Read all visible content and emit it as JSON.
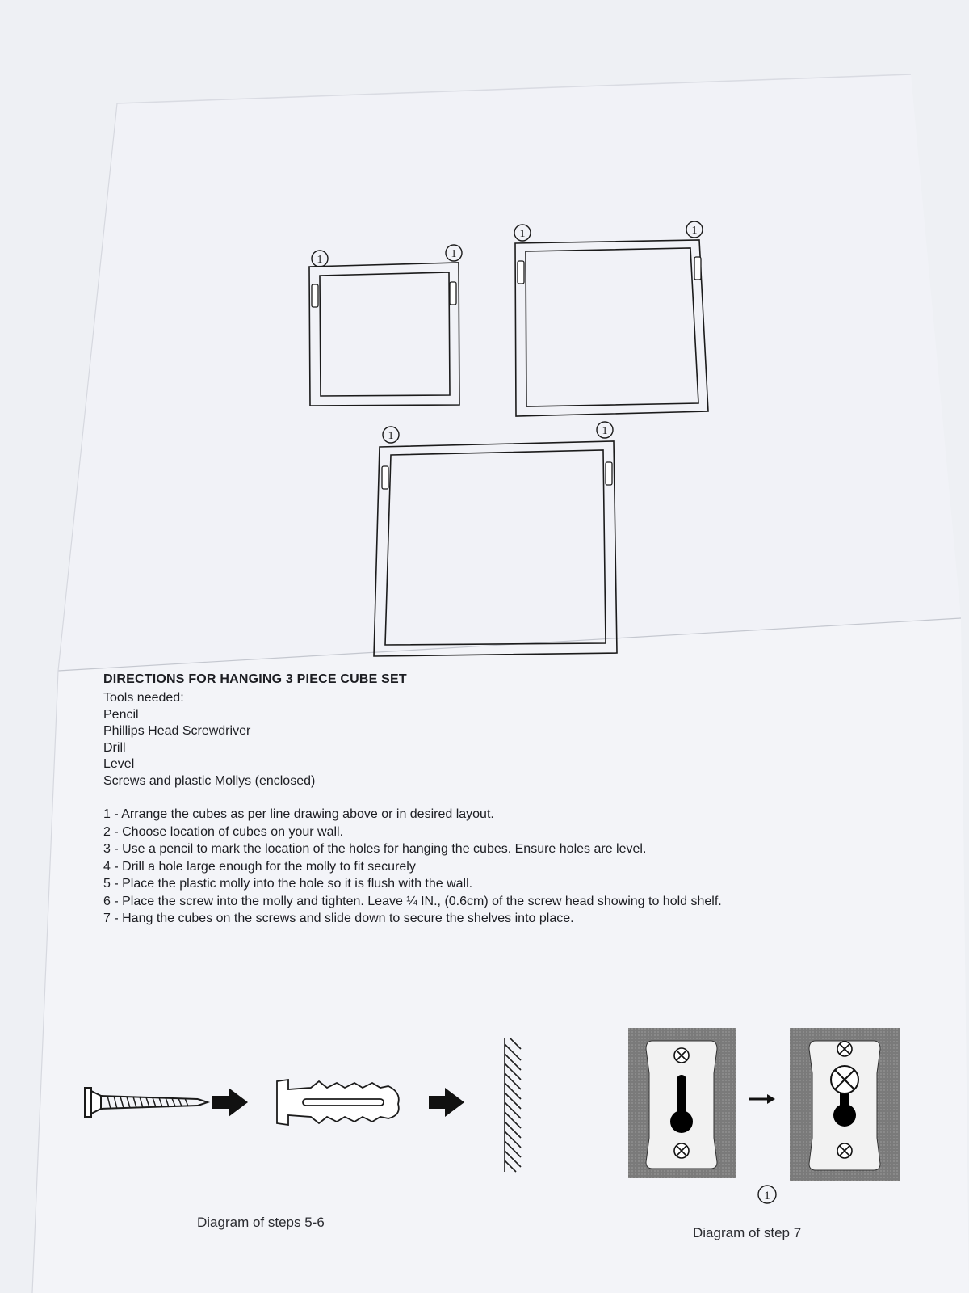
{
  "document": {
    "title": "DIRECTIONS FOR HANGING 3 PIECE CUBE SET",
    "tools_heading": "Tools needed:",
    "tools": [
      "Pencil",
      "Phillips Head Screwdriver",
      "Drill",
      "Level",
      "Screws and plastic Mollys (enclosed)"
    ],
    "steps": [
      "1 - Arrange the cubes as per line drawing above or in desired layout.",
      "2 - Choose location of cubes on your wall.",
      "3 - Use a pencil to mark the location of the holes for hanging the cubes.  Ensure holes are level.",
      "4 - Drill a hole large enough for the molly to fit securely",
      "5 - Place the plastic molly into the hole so it is flush with the wall.",
      "6 - Place the screw into the molly and tighten.  Leave ¼ IN., (0.6cm) of the screw head showing to hold shelf.",
      "7 - Hang the cubes on the screws and slide down to secure the shelves into place."
    ],
    "captions": {
      "steps_5_6": "Diagram of steps 5-6",
      "step_7": "Diagram of step 7"
    },
    "marker_label": "1",
    "icons": {
      "screw": "screw-icon",
      "arrow": "arrow-right-icon",
      "molly": "plastic-molly-icon",
      "wall": "wall-hatch-icon",
      "bracket": "keyhole-bracket-icon"
    }
  }
}
